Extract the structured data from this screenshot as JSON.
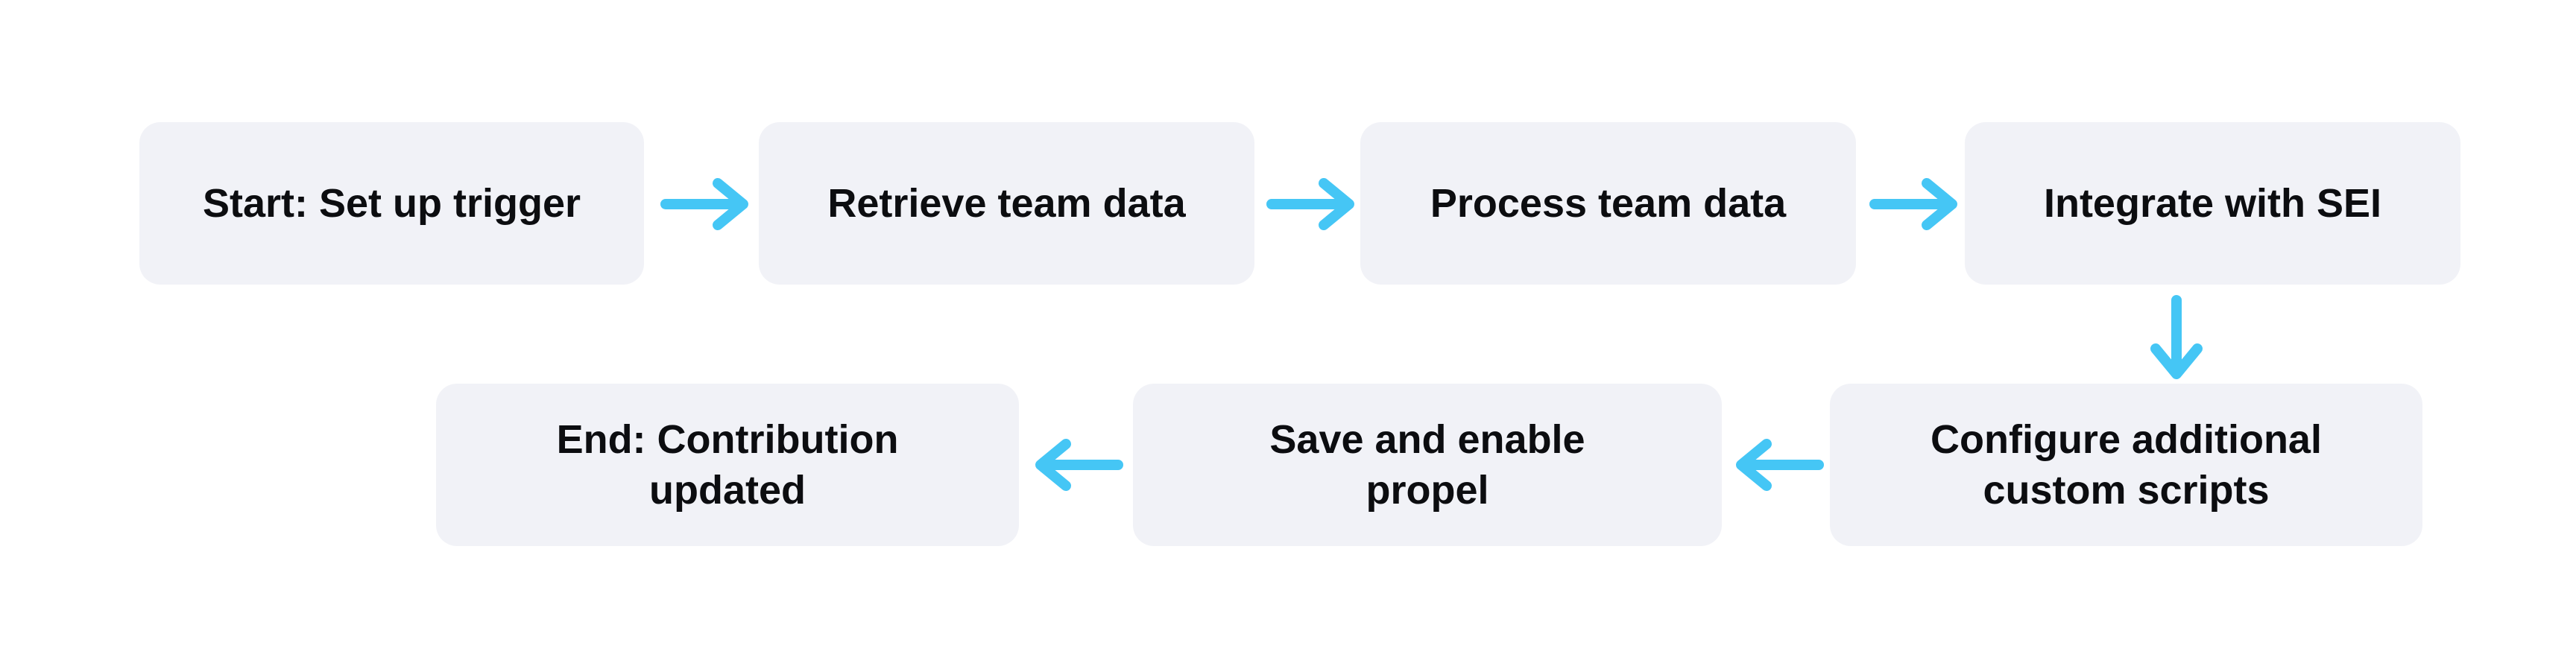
{
  "diagram": {
    "type": "flowchart",
    "colors": {
      "background": "#FFFFFF",
      "node_fill": "#F1F2F7",
      "node_text": "#0C0D10",
      "arrow": "#45C6F5"
    },
    "nodes": [
      {
        "id": "start",
        "label": "Start: Set up trigger"
      },
      {
        "id": "retrieve-team-data",
        "label": "Retrieve team data"
      },
      {
        "id": "process-team-data",
        "label": "Process team data"
      },
      {
        "id": "integrate-with-sei",
        "label": "Integrate with SEI"
      },
      {
        "id": "configure-custom-scripts",
        "label": "Configure additional custom scripts"
      },
      {
        "id": "save-and-enable-propel",
        "label": "Save and enable propel"
      },
      {
        "id": "end",
        "label": "End: Contribution updated"
      }
    ],
    "edges": [
      {
        "from": "start",
        "to": "retrieve-team-data",
        "direction": "right"
      },
      {
        "from": "retrieve-team-data",
        "to": "process-team-data",
        "direction": "right"
      },
      {
        "from": "process-team-data",
        "to": "integrate-with-sei",
        "direction": "right"
      },
      {
        "from": "integrate-with-sei",
        "to": "configure-custom-scripts",
        "direction": "down"
      },
      {
        "from": "configure-custom-scripts",
        "to": "save-and-enable-propel",
        "direction": "left"
      },
      {
        "from": "save-and-enable-propel",
        "to": "end",
        "direction": "left"
      }
    ]
  }
}
